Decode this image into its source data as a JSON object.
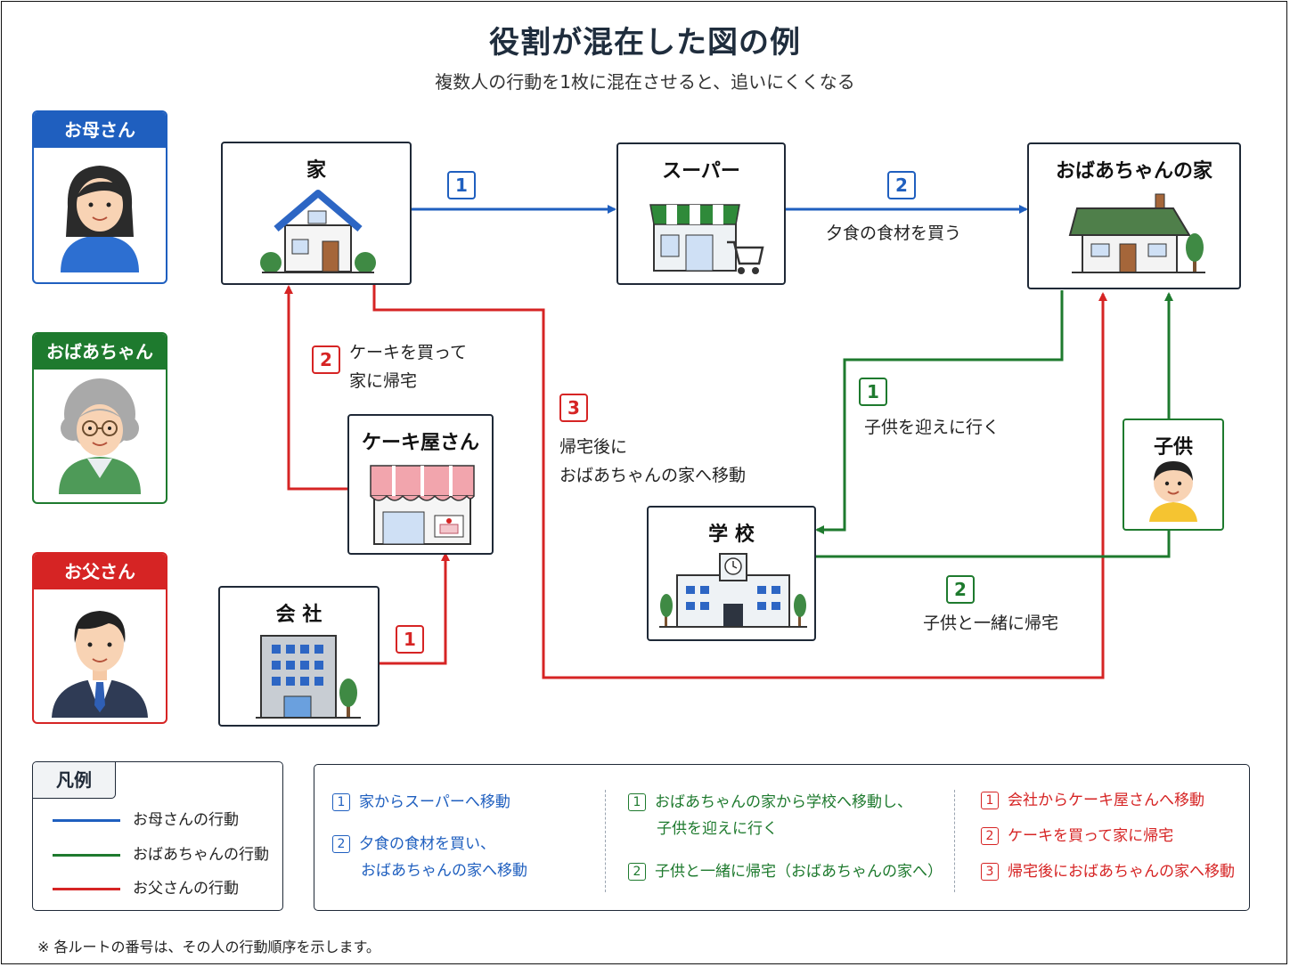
{
  "title": "役割が混在した図の例",
  "subtitle": "複数人の行動を1枚に混在させると、追いにくくなる",
  "colors": {
    "mother": "#1f5fbf",
    "grandma": "#1e7a2e",
    "father": "#d62424",
    "ink": "#1f2937"
  },
  "people": [
    {
      "key": "mother",
      "label": "お母さん",
      "icon": "mother-avatar-icon"
    },
    {
      "key": "grandma",
      "label": "おばあちゃん",
      "icon": "grandma-avatar-icon"
    },
    {
      "key": "father",
      "label": "お父さん",
      "icon": "father-avatar-icon"
    }
  ],
  "places": {
    "home": "家",
    "supermarket": "スーパー",
    "grandma_house": "おばあちゃんの家",
    "cake_shop": "ケーキ屋さん",
    "company": "会 社",
    "school": "学 校",
    "child": "子供"
  },
  "routes": {
    "mother_1": {
      "num": "1"
    },
    "mother_2": {
      "num": "2",
      "text": "夕食の食材を買う"
    },
    "father_1": {
      "num": "1"
    },
    "father_2": {
      "num": "2",
      "text1": "ケーキを買って",
      "text2": "家に帰宅"
    },
    "father_3": {
      "num": "3",
      "text1": "帰宅後に",
      "text2": "おばあちゃんの家へ移動"
    },
    "grandma_1": {
      "num": "1",
      "text": "子供を迎えに行く"
    },
    "grandma_2": {
      "num": "2",
      "text": "子供と一緒に帰宅"
    }
  },
  "legend": {
    "title": "凡例",
    "items": [
      "お母さんの行動",
      "おばあちゃんの行動",
      "お父さんの行動"
    ]
  },
  "steps": {
    "mother": [
      {
        "num": "1",
        "lines": [
          "家からスーパーへ移動"
        ]
      },
      {
        "num": "2",
        "lines": [
          "夕食の食材を買い、",
          "おばあちゃんの家へ移動"
        ]
      }
    ],
    "grandma": [
      {
        "num": "1",
        "lines": [
          "おばあちゃんの家から学校へ移動し、",
          "子供を迎えに行く"
        ]
      },
      {
        "num": "2",
        "lines": [
          "子供と一緒に帰宅（おばあちゃんの家へ）"
        ]
      }
    ],
    "father": [
      {
        "num": "1",
        "lines": [
          "会社からケーキ屋さんへ移動"
        ]
      },
      {
        "num": "2",
        "lines": [
          "ケーキを買って家に帰宅"
        ]
      },
      {
        "num": "3",
        "lines": [
          "帰宅後におばあちゃんの家へ移動"
        ]
      }
    ]
  },
  "footnote": "※ 各ルートの番号は、その人の行動順序を示します。"
}
